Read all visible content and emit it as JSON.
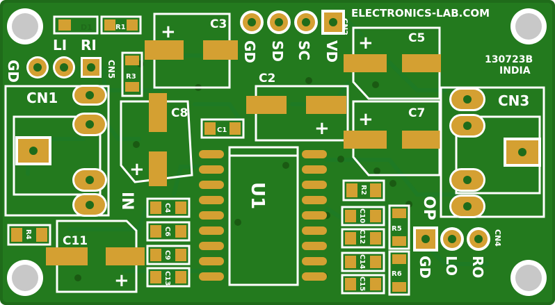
{
  "board": {
    "brand": "ELECTRONICS-LAB.COM",
    "code": "130723B",
    "country": "INDIA",
    "colors": {
      "substrate": "#1f6b1a",
      "mask": "#2a8a24",
      "silkscreen": "#ffffff",
      "copper": "#d4a032"
    }
  },
  "connectors": {
    "cn1": "CN1",
    "cn2": "CN2",
    "cn3": "CN3",
    "cn4": "CN4",
    "cn5": "CN5",
    "cn5_pins": [
      "GD",
      "LI",
      "RI"
    ],
    "cn2_pins": [
      "GD",
      "SD",
      "SC",
      "VD"
    ],
    "cn4_pins": [
      "GD",
      "LO",
      "RO"
    ],
    "in_label": "IN",
    "op_label": "OP"
  },
  "components": {
    "ic": "U1",
    "capacitors": [
      "C1",
      "C2",
      "C3",
      "C4",
      "C5",
      "C6",
      "C7",
      "C8",
      "C9",
      "C10",
      "C11",
      "C12",
      "C13",
      "C14",
      "C15"
    ],
    "resistors": [
      "R1",
      "R2",
      "R3",
      "R4",
      "R5",
      "R6"
    ],
    "diodes": [
      "D1"
    ],
    "polarity_mark": "+"
  }
}
